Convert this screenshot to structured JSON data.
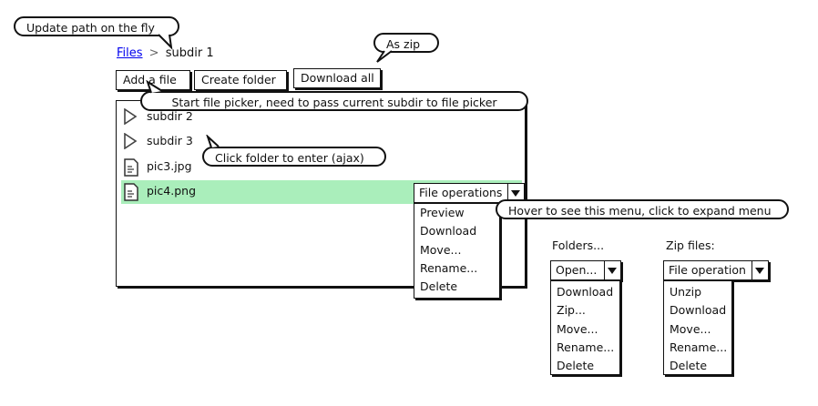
{
  "annotations": {
    "update_path": "Update path on the fly",
    "as_zip": "As zip",
    "start_picker": "Start file picker, need to pass current subdir to file picker",
    "click_folder": "Click folder to enter (ajax)",
    "hover_menu": "Hover to see this menu, click to expand menu"
  },
  "breadcrumb": {
    "root": "Files",
    "separator": ">",
    "current": "subdir 1"
  },
  "toolbar": {
    "add_file": "Add a file",
    "create_folder": "Create folder",
    "download_all": "Download all"
  },
  "files": [
    {
      "name": "subdir 2",
      "type": "folder",
      "icon": "folder-triangle-icon"
    },
    {
      "name": "subdir 3",
      "type": "folder",
      "icon": "folder-triangle-icon"
    },
    {
      "name": "pic3.jpg",
      "type": "file",
      "icon": "document-icon"
    },
    {
      "name": "pic4.png",
      "type": "file",
      "icon": "document-icon",
      "selected": true
    }
  ],
  "file_operations": {
    "label": "File operations",
    "items": [
      "Preview",
      "Download",
      "Move...",
      "Rename...",
      "Delete"
    ]
  },
  "folders_menu": {
    "heading": "Folders...",
    "label": "Open...",
    "items": [
      "Download",
      "Zip...",
      "Move...",
      "Rename...",
      "Delete"
    ]
  },
  "zip_menu": {
    "heading": "Zip files:",
    "label": "File operation",
    "items": [
      "Unzip",
      "Download",
      "Move...",
      "Rename...",
      "Delete"
    ]
  },
  "colors": {
    "selected_row": "#aaeebb",
    "link": "#0000ee",
    "ink": "#111111"
  }
}
